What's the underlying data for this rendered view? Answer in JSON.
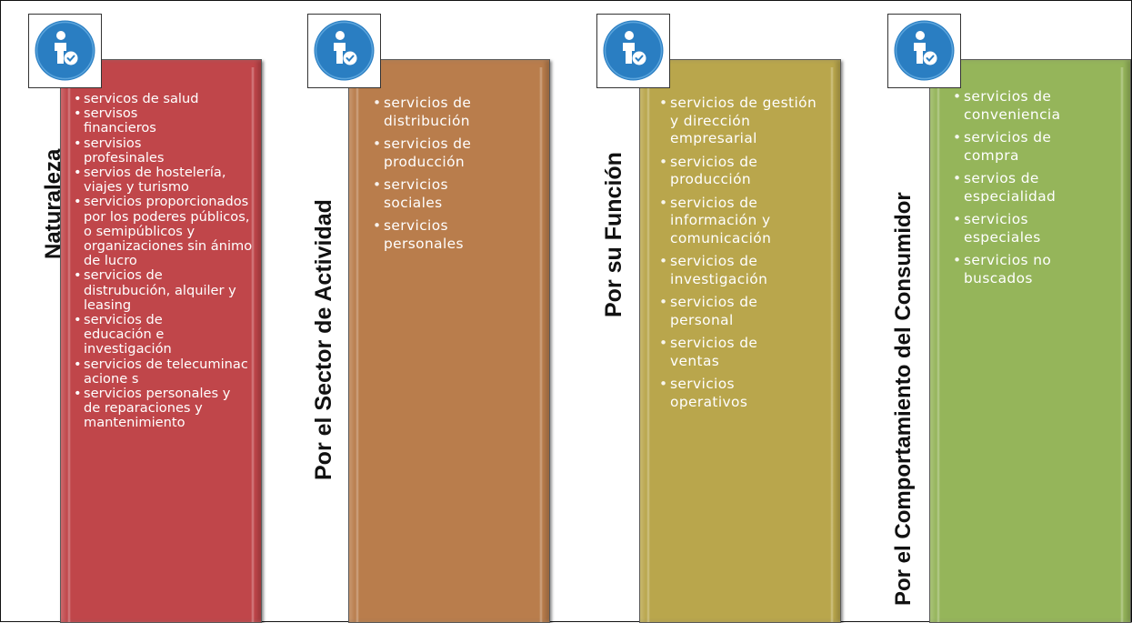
{
  "colors": {
    "naturaleza": "#c0464a",
    "sector": "#b97d4c",
    "funcion": "#b9a64c",
    "comportamiento": "#95b55a",
    "icon_blue": "#2a7ec2"
  },
  "icon": "person-check-icon",
  "columns": [
    {
      "title": "Naturaleza",
      "items": [
        "servicos de salud",
        "servisos financieros",
        "servisios profesinales",
        "servios de hostelería, viajes y turismo",
        "servicios proporcionados por los poderes públicos, o semipúblicos y organizaciones sin ánimo de lucro",
        "servicios de distrubución, alquiler y leasing",
        "servicios de educación e investigación",
        "servicios de telecuminacacione s",
        "servicios personales y de reparaciones y mantenimiento"
      ]
    },
    {
      "title": "Por el Sector de Actividad",
      "items": [
        "servicios de distribución",
        "servicios de producción",
        "servicios sociales",
        "servicios personales"
      ]
    },
    {
      "title": "Por su Función",
      "items": [
        "servicios de gestión y dirección empresarial",
        "servicios de producción",
        "servicios de información y comunicación",
        "servicios de investigación",
        "servicios de personal",
        "servicios de ventas",
        "servicios operativos"
      ]
    },
    {
      "title": "Por el Comportamiento del Consumidor",
      "items": [
        "servicios de conveniencia",
        "servicios de compra",
        "servios de especialidad",
        "servicios especiales",
        "servicios no buscados"
      ]
    }
  ]
}
